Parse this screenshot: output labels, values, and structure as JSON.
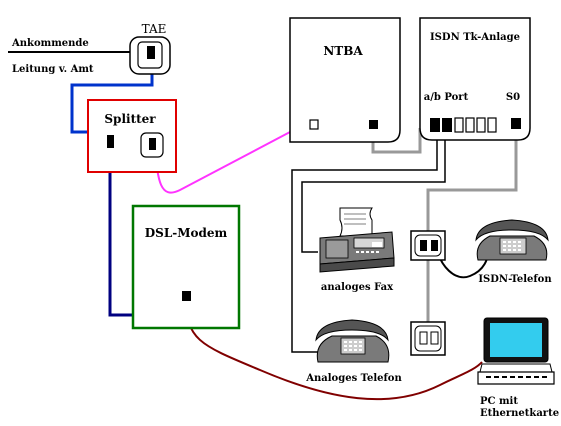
{
  "labels": {
    "incoming_line_1": "Ankommende",
    "incoming_line_2": "Leitung v. Amt",
    "tae": "TAE",
    "splitter": "Splitter",
    "dsl_modem": "DSL-Modem",
    "ntba": "NTBA",
    "isdn_tk": "ISDN Tk-Anlage",
    "ab_port": "a/b Port",
    "s0": "S0",
    "fax": "analoges Fax",
    "isdn_phone": "ISDN-Telefon",
    "analog_phone": "Analoges Telefon",
    "pc_1": "PC mit",
    "pc_2": "Ethernetkarte"
  },
  "colors": {
    "blue": "#0033cc",
    "dark_blue": "#000080",
    "magenta": "#ff33ff",
    "dark_red": "#800000",
    "gray": "#999999",
    "splitter_border": "#e00000",
    "modem_border": "#007700",
    "screen": "#33ccee"
  }
}
